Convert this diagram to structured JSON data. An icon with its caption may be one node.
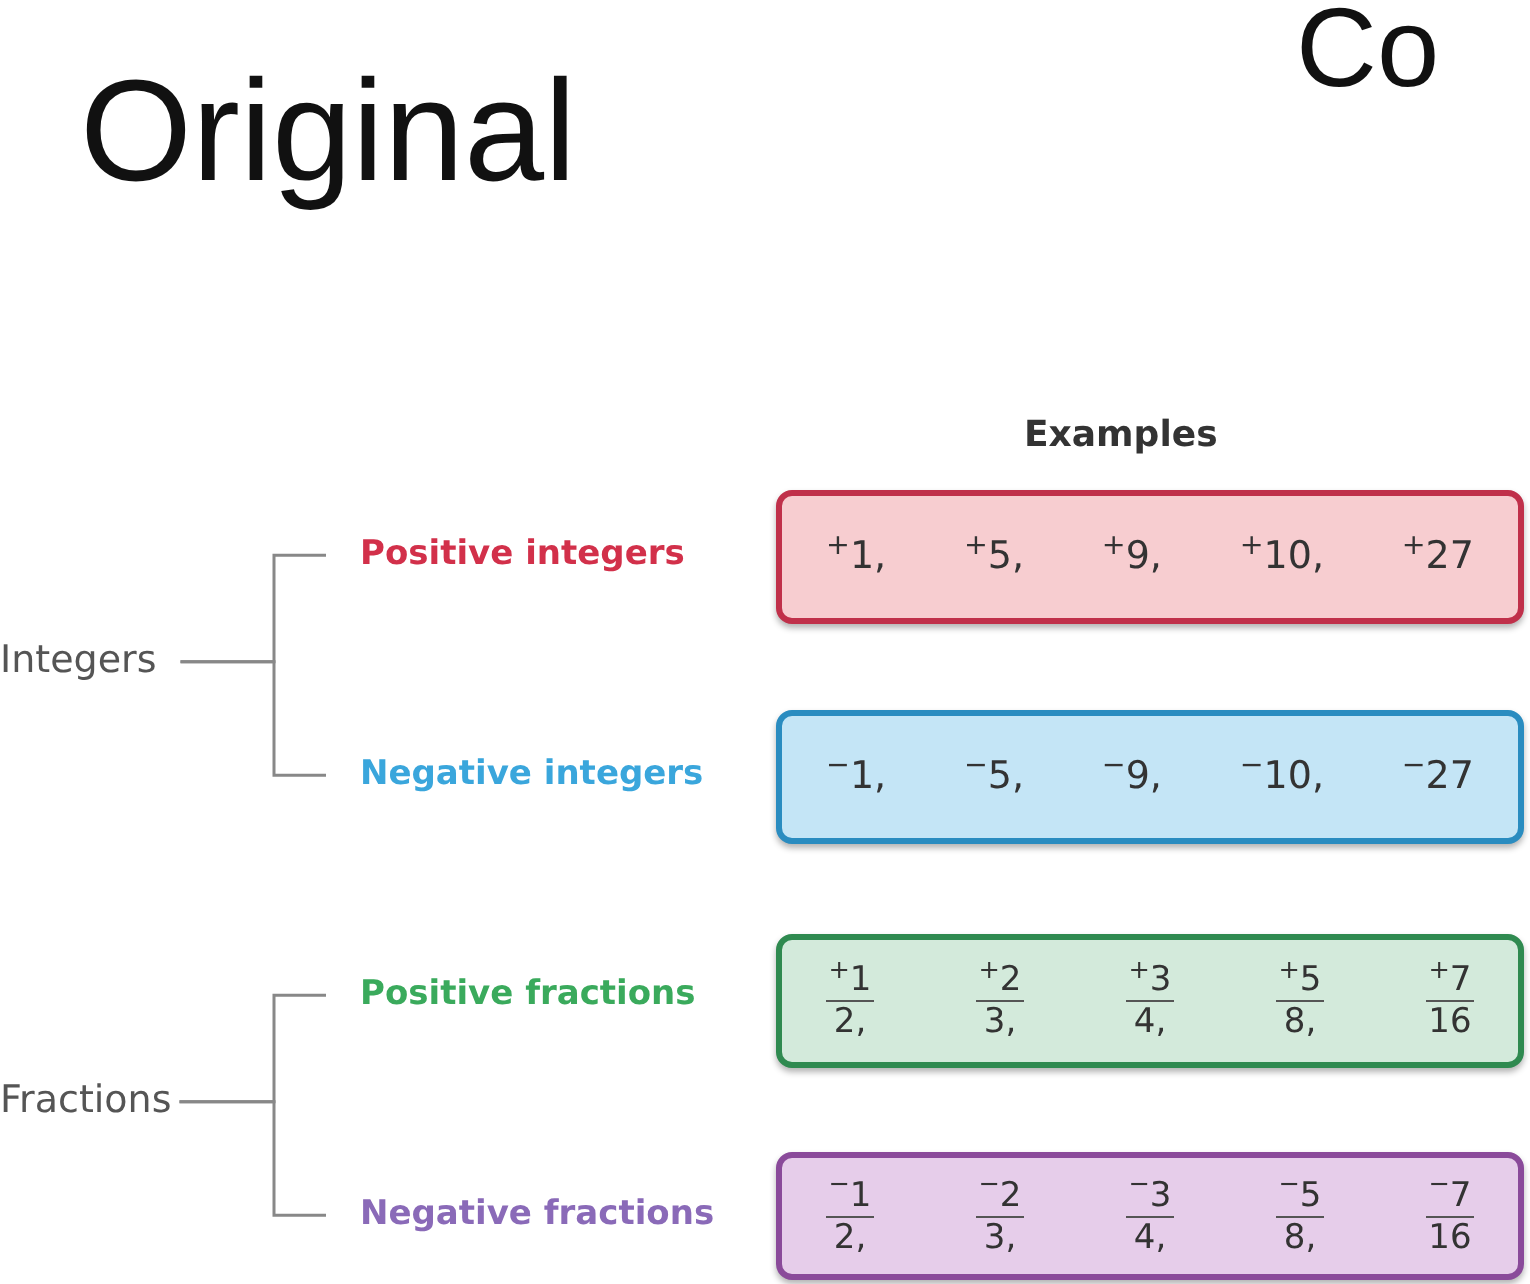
{
  "diagram": {
    "title": "Original",
    "nodes": [
      {
        "text": [
          "Integers"
        ]
      },
      {
        "text": [
          "Positive integers"
        ]
      },
      {
        "text": [
          "Negative integers"
        ]
      },
      {
        "text": [
          "Fractions"
        ]
      },
      {
        "text": [
          "Positive fractions"
        ]
      },
      {
        "text": [
          "Negative fractions"
        ]
      },
      {
        "text": [
          "$^{+}$1,",
          "$^{+}$5,",
          "$^{+}$9,",
          "$^{+}$10,",
          "$^{+}$27"
        ]
      },
      {
        "text": [
          "$^{−}$1,",
          "$^{−}$5,",
          "$^{−}$9,",
          "$^{−}$10,",
          "$^{−}$27"
        ]
      },
      {
        "text": [
          "$^{+}$1",
          "2,",
          "$^{+}$2",
          "3,",
          "$^{+}$3",
          "4,",
          "$^{+}$5",
          "8,",
          "$^{+}$7",
          "16"
        ]
      },
      {
        "text": [
          "$^{−}$1",
          "2,",
          "$^{−}$2",
          "3,",
          "$^{−}$3",
          "4,",
          "$^{−}$5",
          "8,",
          "$^{−}$7",
          "16"
        ]
      }
    ],
    "edges": [
      {
        "from": 0,
        "to": 1,
        "arrow": "none"
      },
      {
        "from": 0,
        "to": 2,
        "arrow": "none"
      },
      {
        "from": 3,
        "to": 4,
        "arrow": "none"
      },
      {
        "from": 3,
        "to": 5,
        "arrow": "none"
      }
    ],
    "labels": [
      "Co",
      "Examples"
    ]
  }
}
